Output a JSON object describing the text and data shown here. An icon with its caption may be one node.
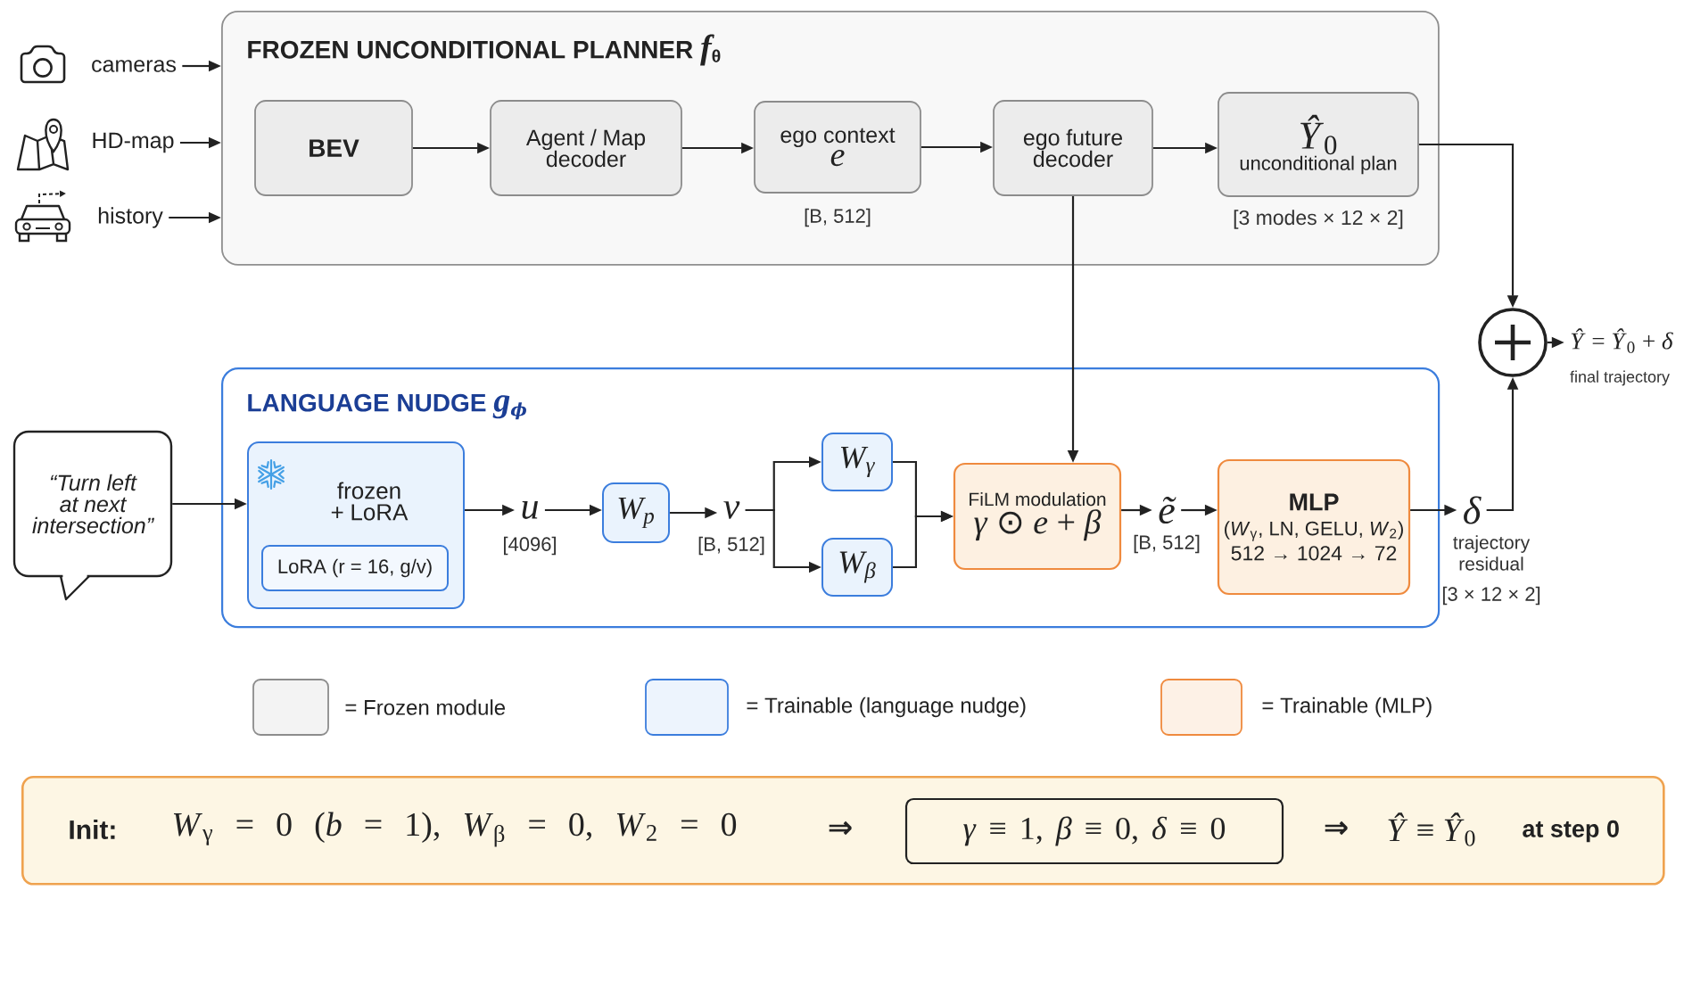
{
  "diagram": {
    "nodes": [
      {
        "text": [
          "cameras"
        ]
      },
      {
        "text": [
          "HD-map"
        ]
      },
      {
        "text": [
          "history"
        ]
      },
      {
        "text": [
          "FROZEN UNCONDITIONAL PLANNER *f*$_{θ}$"
        ]
      },
      {
        "text": [
          "BEV"
        ],
        "in": 3
      },
      {
        "text": [
          "Agent / Map decoder"
        ],
        "in": 3
      },
      {
        "text": [
          "ego context",
          "e"
        ],
        "in": 3,
        "beside": [
          "[B, 512]"
        ]
      },
      {
        "text": [
          "ego future decoder"
        ],
        "in": 3
      },
      {
        "text": [
          "*Ŷ*$_{0}$",
          "unconditional plan"
        ],
        "in": 3,
        "beside": [
          "[3 modes × 12 × 2]"
        ]
      },
      {
        "text": [],
        "shape": "circle"
      },
      {
        "text": [
          "*Ŷ* = *Ŷ*$_{0}$ + *δ*"
        ],
        "beside": [
          "final trajectory"
        ]
      },
      {
        "text": [
          "“Turn left at next intersection”"
        ]
      },
      {
        "text": [
          "LANGUAGE NUDGE *g*$_{ϕ}$"
        ]
      },
      {
        "text": [
          "frozen + LoRA"
        ],
        "in": 12
      },
      {
        "text": [
          "LoRA (r = 16, g/v)"
        ],
        "in": 13
      },
      {
        "text": [
          "u"
        ],
        "in": 12,
        "beside": [
          "[4096]"
        ]
      },
      {
        "text": [
          "W$_{p}$"
        ],
        "in": 12
      },
      {
        "text": [
          "v"
        ],
        "in": 12,
        "beside": [
          "[B, 512]"
        ]
      },
      {
        "text": [
          "W$_{γ}$"
        ],
        "in": 12
      },
      {
        "text": [
          "W$_{β}$"
        ],
        "in": 12
      },
      {
        "text": [
          "FiLM modulation",
          "*γ* ⊙ *e* + *β*"
        ],
        "in": 12
      },
      {
        "text": [
          "ẽ"
        ],
        "in": 12,
        "beside": [
          "[B, 512]"
        ]
      },
      {
        "text": [
          "MLP",
          "(*W*$_{γ}$, LN, GELU, *W*$_{2}$)",
          "512 → 1024 → 72"
        ],
        "in": 12
      },
      {
        "text": [
          "δ"
        ],
        "beside": [
          "trajectory residual",
          "[3 × 12 × 2]"
        ]
      },
      {
        "text": [
          "Init:",
          "*W*$_{γ}$ = 0 (*b* = 1), *W*$_{β}$ = 0, *W*$_{2}$ = 0",
          "⇒",
          "⇒",
          "*Ŷ* ≡ *Ŷ*$_{0}$",
          "at step 0"
        ]
      },
      {
        "text": [
          "*γ* ≡ 1, *β* ≡ 0, *δ* ≡ 0"
        ],
        "in": 24
      }
    ],
    "edges": [
      {
        "from": 0,
        "to": 3,
        "arrow": "to"
      },
      {
        "from": 1,
        "to": 3,
        "arrow": "to"
      },
      {
        "from": 2,
        "to": 3,
        "arrow": "to"
      },
      {
        "from": 4,
        "to": 5,
        "arrow": "to"
      },
      {
        "from": 5,
        "to": 6,
        "arrow": "to"
      },
      {
        "from": 6,
        "to": 7,
        "arrow": "to"
      },
      {
        "from": 7,
        "to": 8,
        "arrow": "to"
      },
      {
        "from": 8,
        "to": 9,
        "arrow": "to"
      },
      {
        "from": 7,
        "to": 20,
        "arrow": "to"
      },
      {
        "from": 11,
        "to": 13,
        "arrow": "to"
      },
      {
        "from": 13,
        "to": 15,
        "arrow": "to"
      },
      {
        "from": 15,
        "to": 16,
        "arrow": "to"
      },
      {
        "from": 16,
        "to": 17,
        "arrow": "to"
      },
      {
        "from": 17,
        "to": 18,
        "arrow": "to"
      },
      {
        "from": 17,
        "to": 19,
        "arrow": "to"
      },
      {
        "from": 18,
        "to": 20,
        "arrow": "to"
      },
      {
        "from": 19,
        "to": 20,
        "arrow": "to"
      },
      {
        "from": 20,
        "to": 21,
        "arrow": "to"
      },
      {
        "from": 21,
        "to": 22,
        "arrow": "to"
      },
      {
        "from": 22,
        "to": 23,
        "arrow": "to"
      },
      {
        "from": 23,
        "to": 9,
        "arrow": "to"
      },
      {
        "from": 9,
        "to": 10,
        "arrow": "to"
      }
    ],
    "legend": [
      {
        "text": "= Frozen module",
        "color": "#f3f3f3"
      },
      {
        "text": "= Trainable (language nudge)",
        "color": "#edf4fd"
      },
      {
        "text": "= Trainable (MLP)",
        "color": "#fdf1e6"
      }
    ]
  }
}
